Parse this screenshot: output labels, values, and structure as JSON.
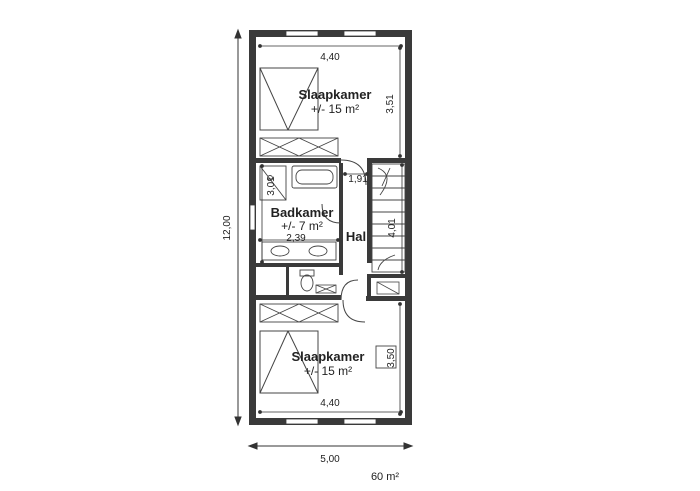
{
  "plan": {
    "rooms": {
      "bedroom_top": {
        "name": "Slaapkamer",
        "area": "+/- 15 m²"
      },
      "bathroom": {
        "name": "Badkamer",
        "area": "+/- 7 m²"
      },
      "hall": {
        "name": "Hal"
      },
      "bedroom_bottom": {
        "name": "Slaapkamer",
        "area": "+/- 15 m²"
      }
    },
    "dimensions": {
      "top_width": "4,40",
      "top_depth": "3,51",
      "stair_width": "1,91",
      "bath_depth": "3,01",
      "bath_width": "2,39",
      "stair_depth": "4,01",
      "bottom_depth": "3,50",
      "bottom_width": "4,40",
      "overall_height": "12,00",
      "overall_width": "5,00"
    },
    "total_area": "60 m²"
  }
}
